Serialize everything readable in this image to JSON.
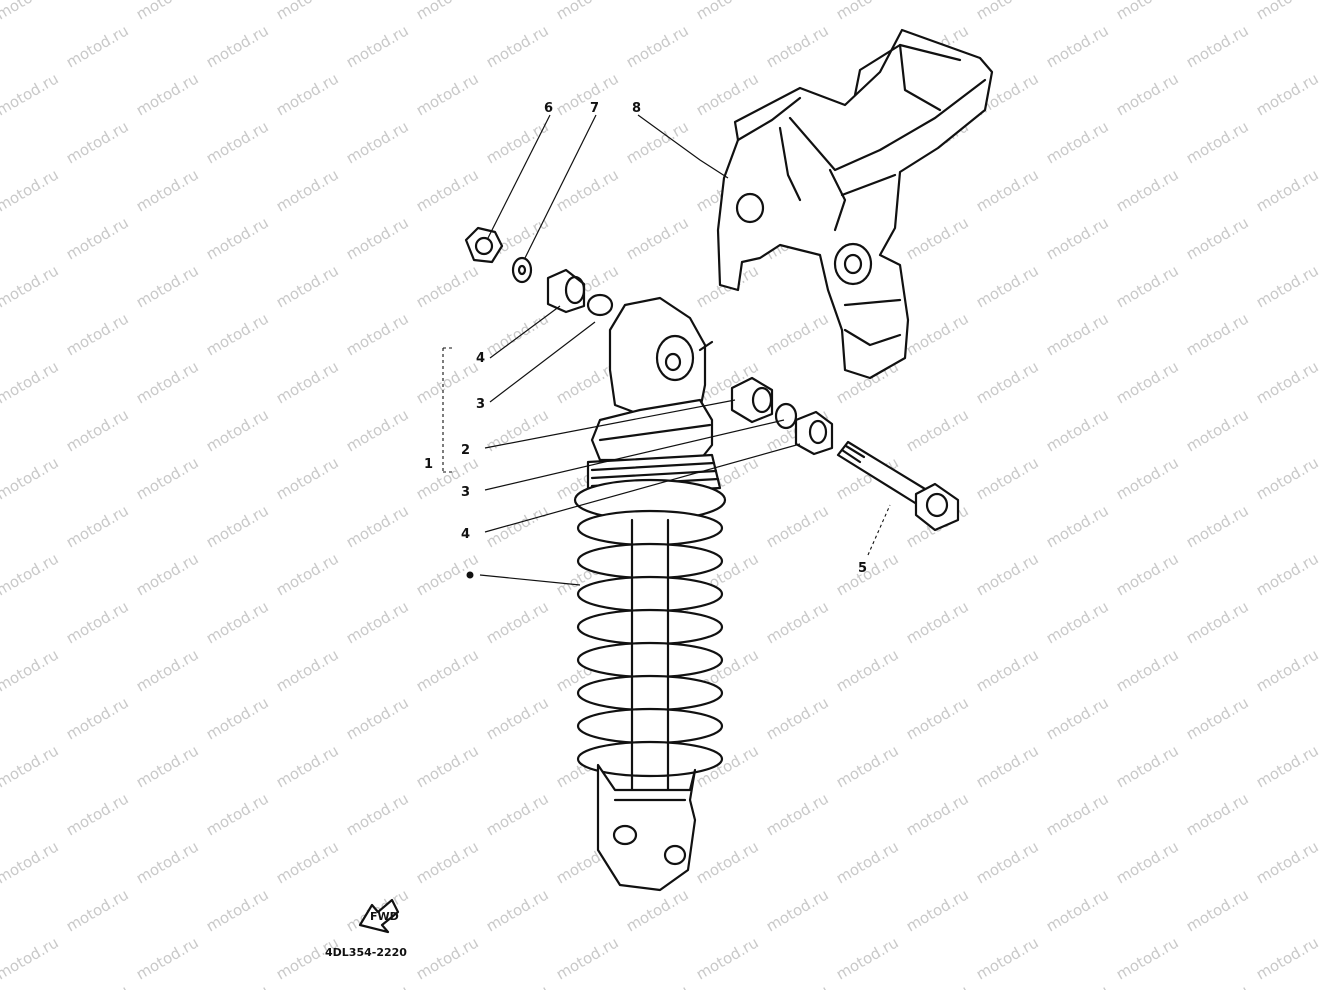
{
  "watermark": {
    "text": "motod.ru"
  },
  "callouts": {
    "c1": "1",
    "c2": "2",
    "c3a": "3",
    "c3b": "3",
    "c4a": "4",
    "c4b": "4",
    "c5": "5",
    "c6": "6",
    "c7": "7",
    "c8": "8"
  },
  "figure_code": "4DL354-2220",
  "fwd_label": "FWD"
}
